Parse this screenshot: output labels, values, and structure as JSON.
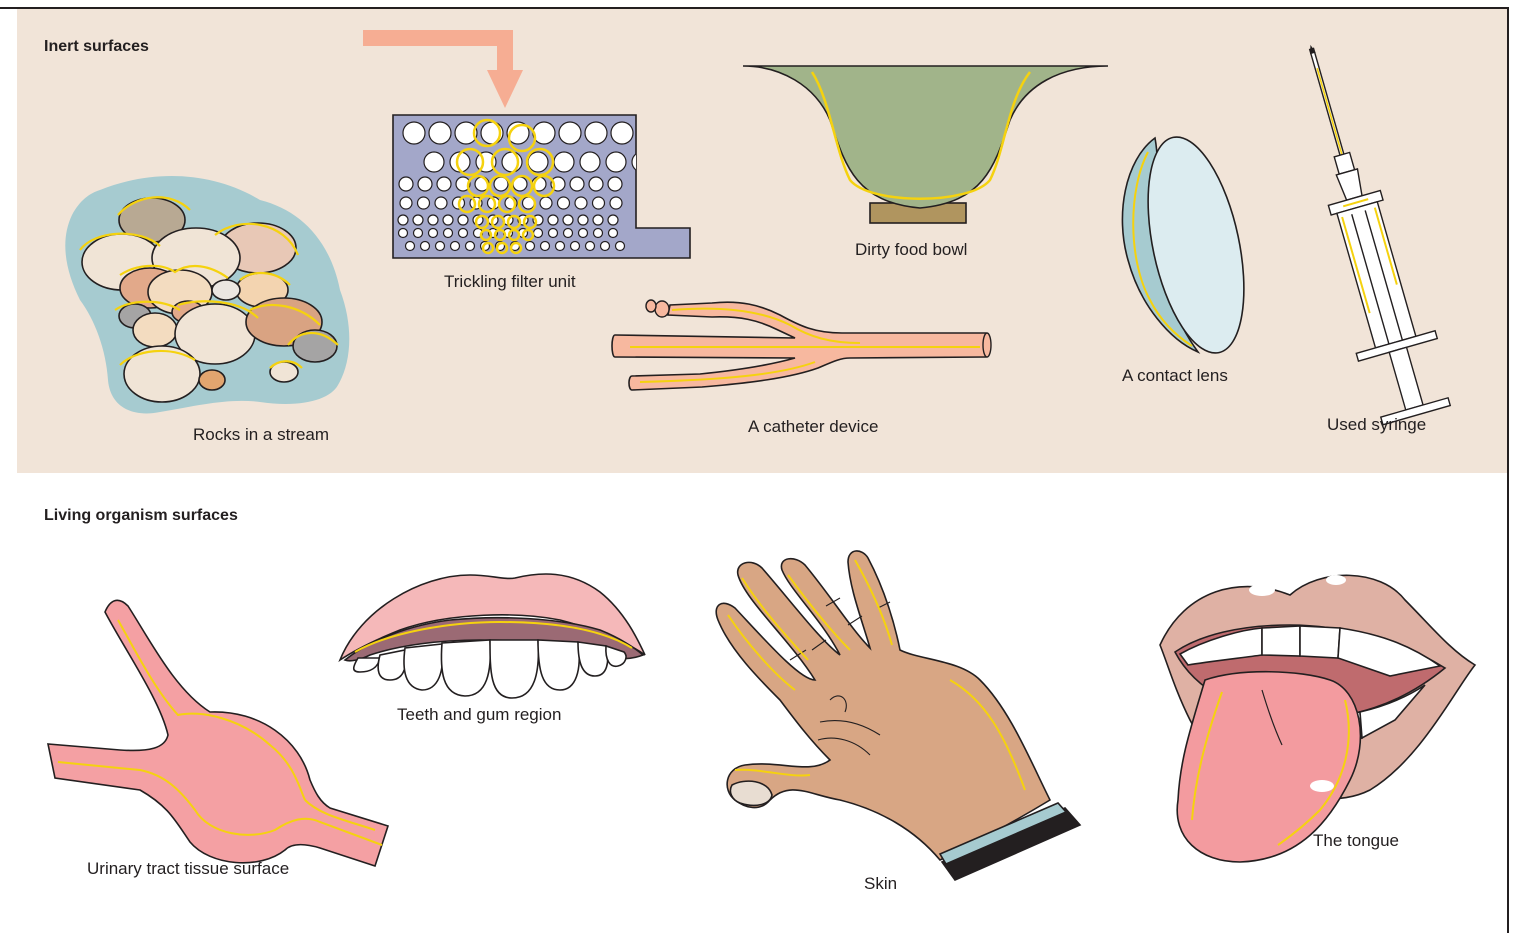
{
  "sections": {
    "inert": {
      "title": "Inert surfaces",
      "items": [
        {
          "label": "Rocks in a stream"
        },
        {
          "label": "Trickling filter unit"
        },
        {
          "label": "Dirty food bowl"
        },
        {
          "label": "A catheter device"
        },
        {
          "label": "A contact lens"
        },
        {
          "label": "Used syringe"
        }
      ]
    },
    "living": {
      "title": "Living organism surfaces",
      "items": [
        {
          "label": "Urinary tract tissue surface"
        },
        {
          "label": "Teeth and gum region"
        },
        {
          "label": "Skin"
        },
        {
          "label": "The tongue"
        }
      ]
    }
  },
  "colors": {
    "inert_background": "#f1e4d8",
    "biofilm": "#f5d20f",
    "outline": "#231f20",
    "inflow_arrow": "#f6ad93",
    "water": "#a6cbd0",
    "filter_media": "#a3a7c9",
    "bowl": "#a1b48a",
    "catheter": "#f7b89f",
    "lens": "#dcecf0",
    "tissue_pink": "#f4a0a3",
    "skin": "#d8a684"
  }
}
